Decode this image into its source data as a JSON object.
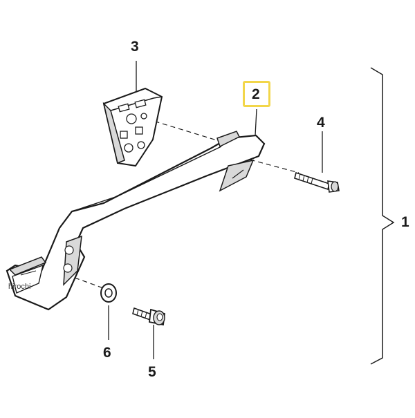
{
  "diagram": {
    "callouts": {
      "one": "1",
      "two": "2",
      "three": "3",
      "four": "4",
      "five": "5",
      "six": "6"
    },
    "highlighted_callout": "2",
    "watermark": "hirochi",
    "colors": {
      "outline": "#1a1a1a",
      "part_fill": "#ffffff",
      "part_shade": "#d9d9d9",
      "highlight": "#f2d64a"
    }
  }
}
